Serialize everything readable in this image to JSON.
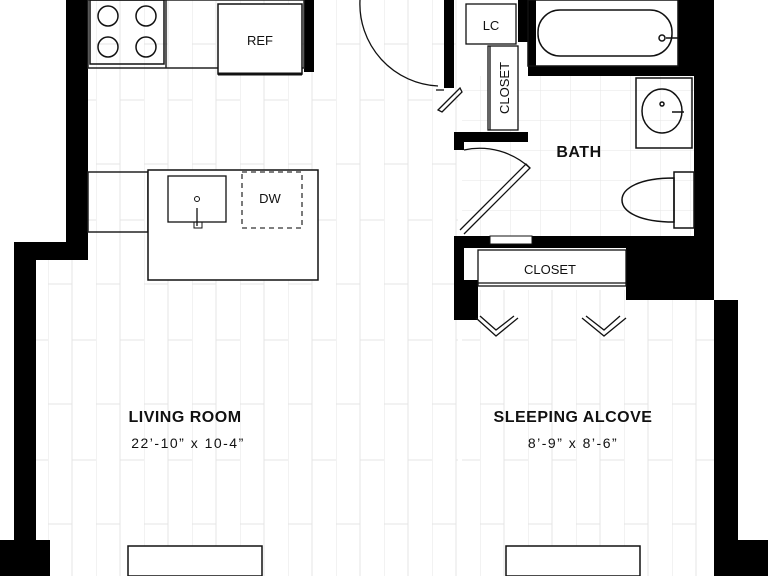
{
  "floorplan": {
    "rooms": {
      "living": {
        "name": "LIVING ROOM",
        "dimensions": "22’-10” x 10-4”"
      },
      "alcove": {
        "name": "SLEEPING ALCOVE",
        "dimensions": "8’-9” x 8’-6”"
      },
      "bath": {
        "name": "BATH"
      }
    },
    "fixtures": {
      "ref": "REF",
      "dw": "DW",
      "lc": "LC",
      "closet_vertical": "CLOSET",
      "closet_horizontal": "CLOSET"
    }
  }
}
